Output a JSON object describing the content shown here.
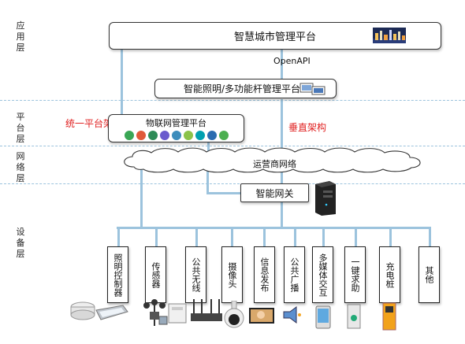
{
  "layers": [
    "应用层",
    "平台层",
    "网络层",
    "设备层"
  ],
  "smart_city_platform": "智慧城市管理平台",
  "openapi": "OpenAPI",
  "lighting_platform": "智能照明/多功能杆管理平台",
  "iot_platform": "物联网管理平台",
  "unified_arch": "统一平台架构",
  "vertical_arch": "垂直架构",
  "carrier_network": "运营商网络",
  "gateway": "智能网关",
  "devices": [
    "照明控制器",
    "传感器",
    "公共无线",
    "摄像头",
    "信息发布",
    "公共广播",
    "多媒体交互",
    "一键求助",
    "充电桩",
    "其他"
  ],
  "colors": {
    "line": "#9cc3dd",
    "accent_red": "#e02020"
  }
}
